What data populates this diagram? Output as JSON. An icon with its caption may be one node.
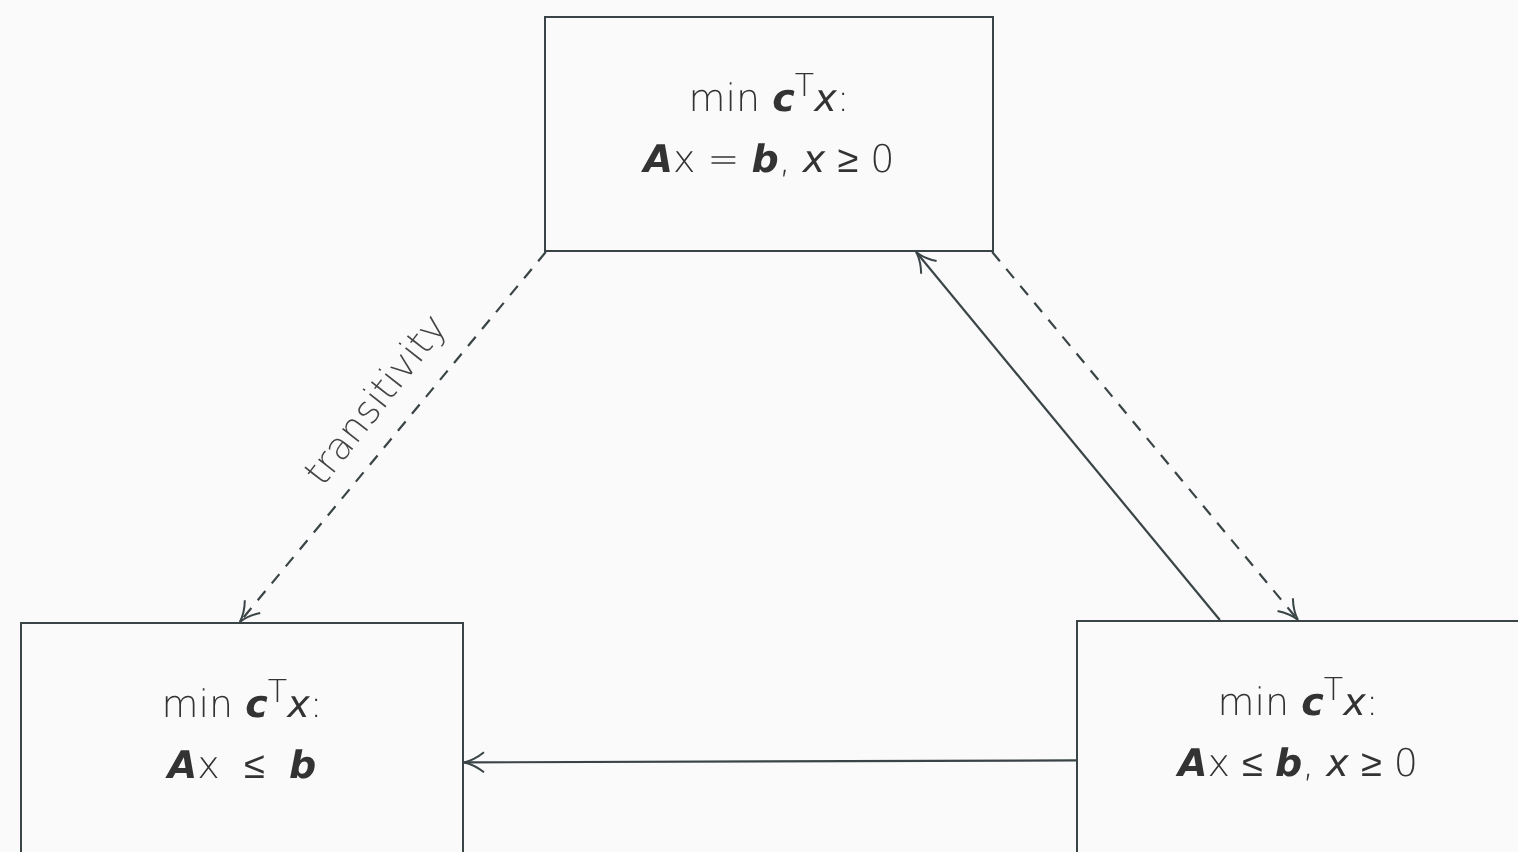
{
  "diagram": {
    "nodes": [
      {
        "text": [
          "min **c**$^{T}$*x*:",
          "**A**x = **b**, *x* ≥ 0"
        ]
      },
      {
        "text": [
          "min **c**$^{T}$*x*:",
          "**A**x  ≤  **b**"
        ]
      },
      {
        "text": [
          "min **c**$^{T}$*x*:",
          "**A**x ≤ **b**, *x* ≥ 0"
        ]
      }
    ],
    "edges": [
      {
        "from": 0,
        "to": 1,
        "arrow": "to",
        "style": "dashed",
        "label": "transitivity"
      },
      {
        "from": 2,
        "to": 0,
        "arrow": "to"
      },
      {
        "from": 0,
        "to": 2,
        "arrow": "to",
        "style": "dashed"
      },
      {
        "from": 2,
        "to": 1,
        "arrow": "to"
      }
    ]
  }
}
